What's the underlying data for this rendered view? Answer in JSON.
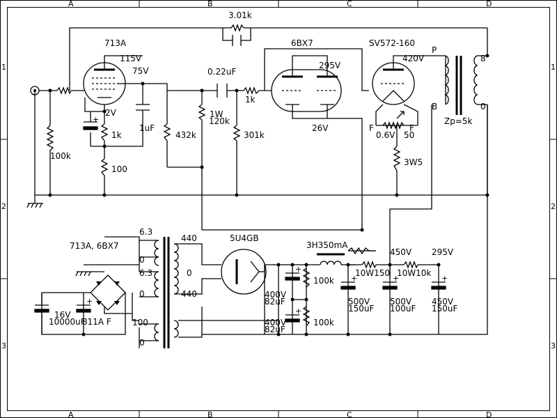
{
  "frame": {
    "columns": [
      "A",
      "B",
      "C",
      "D"
    ],
    "rows": [
      "1",
      "2",
      "3"
    ]
  },
  "labels": {
    "tube_input": "713A",
    "tube_input_plate_v": "115V",
    "tube_input_screen_v": "75V",
    "tube_input_cathode_v": "2V",
    "r_cathode_1k": "1k",
    "c_cathode_1uf": "1uF",
    "r_432k": "432k",
    "r_100k_input": "100k",
    "r_100": "100",
    "feedback_r": "3.01k",
    "coupling_cap": "0.22uF",
    "r_1k_grid": "1k",
    "r_1w": "1W",
    "r_120k": "120k",
    "r_301k": "301k",
    "tube_driver": "6BX7",
    "tube_driver_plate_v": "295V",
    "tube_driver_cathode_v": "26V",
    "tube_output": "SV572-160",
    "tube_output_plate_v": "420V",
    "filament_f_left": "F",
    "filament_f_right": "F",
    "filament_v": "0.6V",
    "filament_pot": "50",
    "r_3w5": "3W5",
    "opt_p": "P",
    "opt_b": "B",
    "opt_8": "8",
    "opt_0": "0",
    "opt_zp": "Zp=5k",
    "pt_6_3_a": "6.3",
    "pt_heater_label": "713A, 6BX7",
    "pt_0_a": "0",
    "pt_6_3_b": "6.3",
    "pt_0_b": "0",
    "pt_100": "100",
    "pt_0_c": "0",
    "pt_440_a": "440",
    "pt_0_mid": "0",
    "pt_440_b": "440",
    "rect_tube": "5U4GB",
    "c_16v_1": "16V",
    "c_16v_2": "10000uF",
    "diode_bridge": "811A F",
    "c_400v_1a": "400V",
    "c_400v_1b": "82uF",
    "c_400v_2a": "400V",
    "c_400v_2b": "82uF",
    "r_100k_b1": "100k",
    "r_100k_b2": "100k",
    "choke": "3H350mA",
    "r_10w150": "10W150",
    "r_10w10k": "10W10k",
    "v_450": "450V",
    "v_295": "295V",
    "c_500v_150_a": "500V",
    "c_500v_150_b": "150uF",
    "c_500v_100_a": "500V",
    "c_500v_100_b": "100uF",
    "c_450v_150_a": "450V",
    "c_450v_150_b": "150uF"
  }
}
